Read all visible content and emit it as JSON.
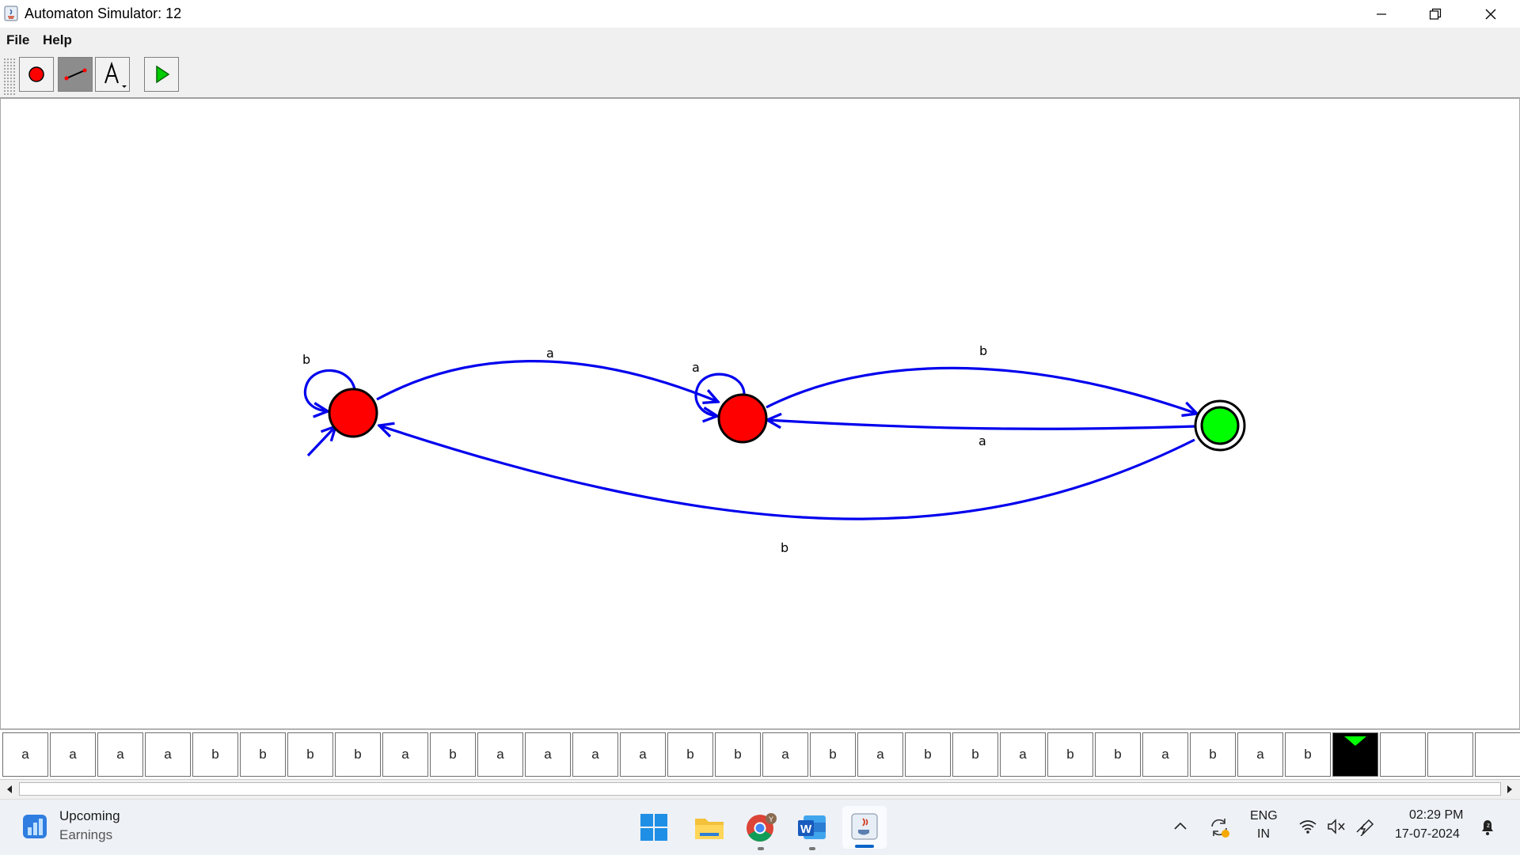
{
  "window": {
    "title": "Automaton Simulator: 12"
  },
  "menu": {
    "items": [
      "File",
      "Help"
    ]
  },
  "toolbar": {
    "tools": [
      "state-tool",
      "transition-tool",
      "label-tool",
      "run-tool"
    ]
  },
  "automaton": {
    "states": [
      {
        "id": "s0",
        "color": "#ff0000",
        "initial": true,
        "accepting": false
      },
      {
        "id": "s1",
        "color": "#ff0000",
        "initial": false,
        "accepting": false
      },
      {
        "id": "s2",
        "color": "#00ff00",
        "initial": false,
        "accepting": true
      }
    ],
    "transitions": [
      {
        "from": "s0",
        "to": "s0",
        "label": "b"
      },
      {
        "from": "s0",
        "to": "s1",
        "label": "a"
      },
      {
        "from": "s1",
        "to": "s1",
        "label": "a"
      },
      {
        "from": "s1",
        "to": "s2",
        "label": "b"
      },
      {
        "from": "s2",
        "to": "s1",
        "label": "a"
      },
      {
        "from": "s2",
        "to": "s0",
        "label": "b"
      }
    ],
    "edge_color": "#0000ff"
  },
  "tape": {
    "cells": [
      "a",
      "a",
      "a",
      "a",
      "b",
      "b",
      "b",
      "b",
      "a",
      "b",
      "a",
      "a",
      "a",
      "a",
      "b",
      "b",
      "a",
      "b",
      "a",
      "b",
      "b",
      "a",
      "b",
      "b",
      "a",
      "b",
      "a",
      "b",
      "",
      "",
      "",
      ""
    ],
    "head_index": 28
  },
  "taskbar": {
    "widget_title": "Upcoming",
    "widget_subtitle": "Earnings",
    "lang_top": "ENG",
    "lang_bottom": "IN",
    "time": "02:29 PM",
    "date": "17-07-2024"
  }
}
